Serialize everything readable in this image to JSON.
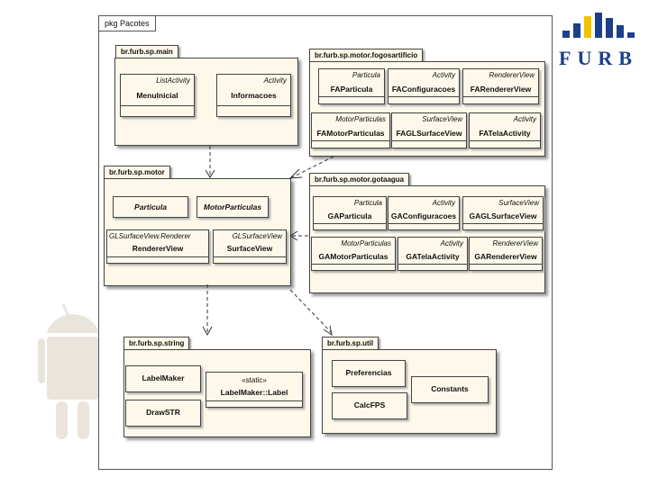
{
  "frame": {
    "label": "pkg Pacotes"
  },
  "logo": {
    "text": "FURB"
  },
  "packages": {
    "main": {
      "name": "br.furb.sp.main",
      "classes": [
        {
          "stereotype": "ListActivity",
          "name": "MenuInicial"
        },
        {
          "stereotype": "Activity",
          "name": "Informacoes"
        }
      ]
    },
    "fogos": {
      "name": "br.furb.sp.motor.fogosartificio",
      "classes": [
        {
          "stereotype": "Particula",
          "name": "FAParticula"
        },
        {
          "stereotype": "Activity",
          "name": "FAConfiguracoes"
        },
        {
          "stereotype": "RendererView",
          "name": "FARendererView"
        },
        {
          "stereotype": "MotorParticulas",
          "name": "FAMotorParticulas"
        },
        {
          "stereotype": "SurfaceView",
          "name": "FAGLSurfaceView"
        },
        {
          "stereotype": "Activity",
          "name": "FATelaActivity"
        }
      ]
    },
    "motor": {
      "name": "br.furb.sp.motor",
      "classes": [
        {
          "stereotype": "",
          "name": "Particula"
        },
        {
          "stereotype": "",
          "name": "MotorParticulas"
        },
        {
          "stereotype": "GLSurfaceView.Renderer",
          "name": "RendererView"
        },
        {
          "stereotype": "GLSurfaceView",
          "name": "SurfaceView"
        }
      ]
    },
    "gota": {
      "name": "br.furb.sp.motor.gotaagua",
      "classes": [
        {
          "stereotype": "Particula",
          "name": "GAParticula"
        },
        {
          "stereotype": "Activity",
          "name": "GAConfiguracoes"
        },
        {
          "stereotype": "SurfaceView",
          "name": "GAGLSurfaceView"
        },
        {
          "stereotype": "MotorParticulas",
          "name": "GAMotorParticulas"
        },
        {
          "stereotype": "Activity",
          "name": "GATelaActivity"
        },
        {
          "stereotype": "RendererView",
          "name": "GARendererView"
        }
      ]
    },
    "string": {
      "name": "br.furb.sp.string",
      "classes": [
        {
          "stereotype": "",
          "name": "LabelMaker"
        },
        {
          "stereotype": "«static»",
          "name": "LabelMaker::Label"
        },
        {
          "stereotype": "",
          "name": "DrawSTR"
        }
      ]
    },
    "util": {
      "name": "br.furb.sp.util",
      "classes": [
        {
          "stereotype": "",
          "name": "Preferencias"
        },
        {
          "stereotype": "",
          "name": "Constants"
        },
        {
          "stereotype": "",
          "name": "CalcFPS"
        }
      ]
    }
  },
  "colors": {
    "package_fill": "#fdf8e9",
    "line": "#444444",
    "logo_blue": "#1c3f8a",
    "logo_yellow": "#f2c200"
  }
}
